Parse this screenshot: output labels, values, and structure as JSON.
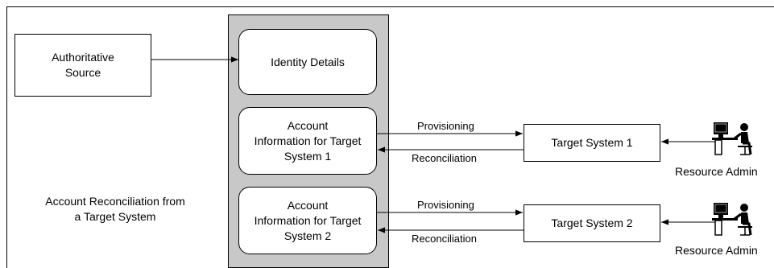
{
  "nodes": {
    "authoritative_source": "Authoritative\nSource",
    "identity_details": "Identity Details",
    "account_info_1": "Account\nInformation for Target\nSystem 1",
    "account_info_2": "Account\nInformation for Target\nSystem 2",
    "target_system_1": "Target System 1",
    "target_system_2": "Target System 2"
  },
  "edges": {
    "provisioning_1": "Provisioning",
    "reconciliation_1": "Reconciliation",
    "provisioning_2": "Provisioning",
    "reconciliation_2": "Reconciliation"
  },
  "admins": {
    "admin_1": "Resource Admin",
    "admin_2": "Resource Admin"
  },
  "caption": "Account Reconciliation from\na Target System",
  "icons": [
    "admin-at-computer-icon",
    "admin-at-computer-icon"
  ]
}
